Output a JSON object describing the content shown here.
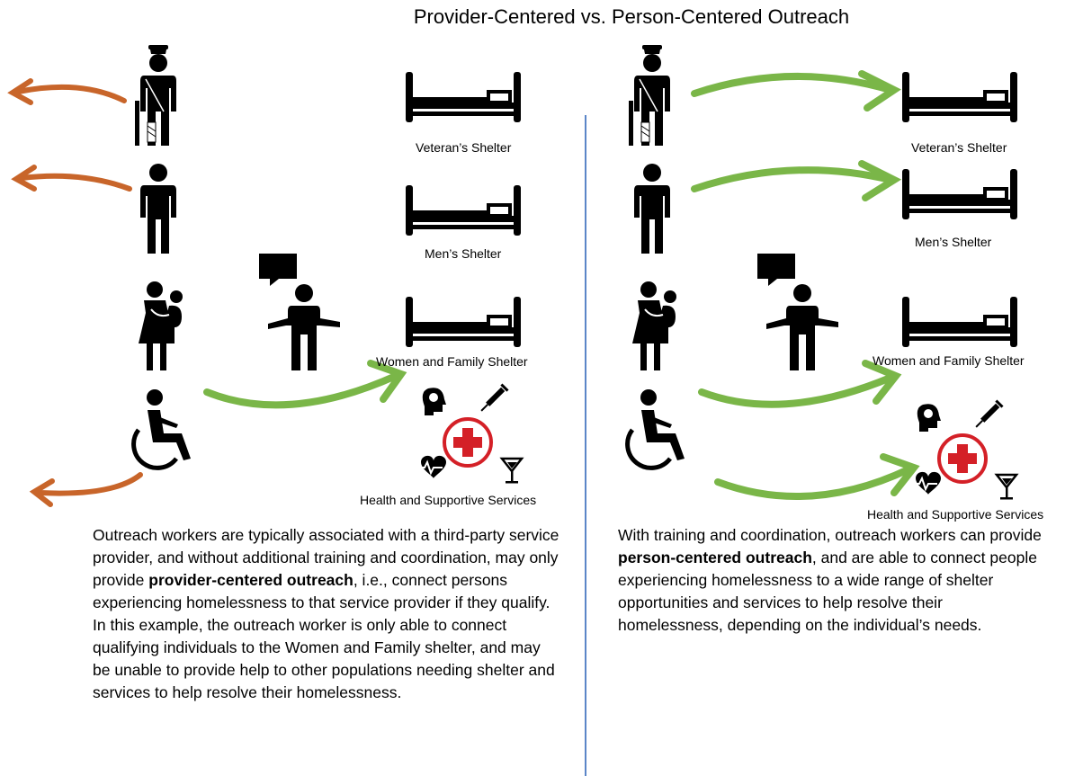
{
  "title": "Provider-Centered vs. Person-Centered Outreach",
  "left_panel": {
    "captions": {
      "veterans": "Veteran’s Shelter",
      "mens": "Men’s Shelter",
      "women": "Women and Family Shelter",
      "health": "Health and Supportive Services"
    },
    "text_1": "Outreach workers are typically associated with a third-party service provider, and without additional training and coordination, may only provide ",
    "text_bold": "provider-centered outreach",
    "text_2": ", i.e., connect persons experiencing homelessness to that service provider if they qualify. In this example, the outreach worker is only able to connect qualifying individuals to the Women and Family shelter, and may be unable to provide help to other populations needing shelter and services to help resolve their homelessness."
  },
  "right_panel": {
    "captions": {
      "veterans": "Veteran’s Shelter",
      "mens": "Men’s Shelter",
      "women": "Women and Family Shelter",
      "health": "Health and Supportive Services"
    },
    "text_1": "With training and coordination, outreach workers can provide ",
    "text_bold": "person-centered outreach",
    "text_2": ", and are able to connect people experiencing homelessness to a wide range of shelter opportunities and services to help resolve their homelessness, depending on the individual’s needs."
  },
  "colors": {
    "green_arrow": "#7ab648",
    "orange_arrow": "#c8652a",
    "red_cross": "#d42027",
    "divider": "#5b86c8"
  },
  "icons": [
    "veteran-icon",
    "man-icon",
    "woman-with-child-icon",
    "wheelchair-user-icon",
    "outreach-worker-icon",
    "bed-icon",
    "brain-icon",
    "syringe-icon",
    "medical-cross-icon",
    "heartbeat-icon",
    "cocktail-icon"
  ]
}
